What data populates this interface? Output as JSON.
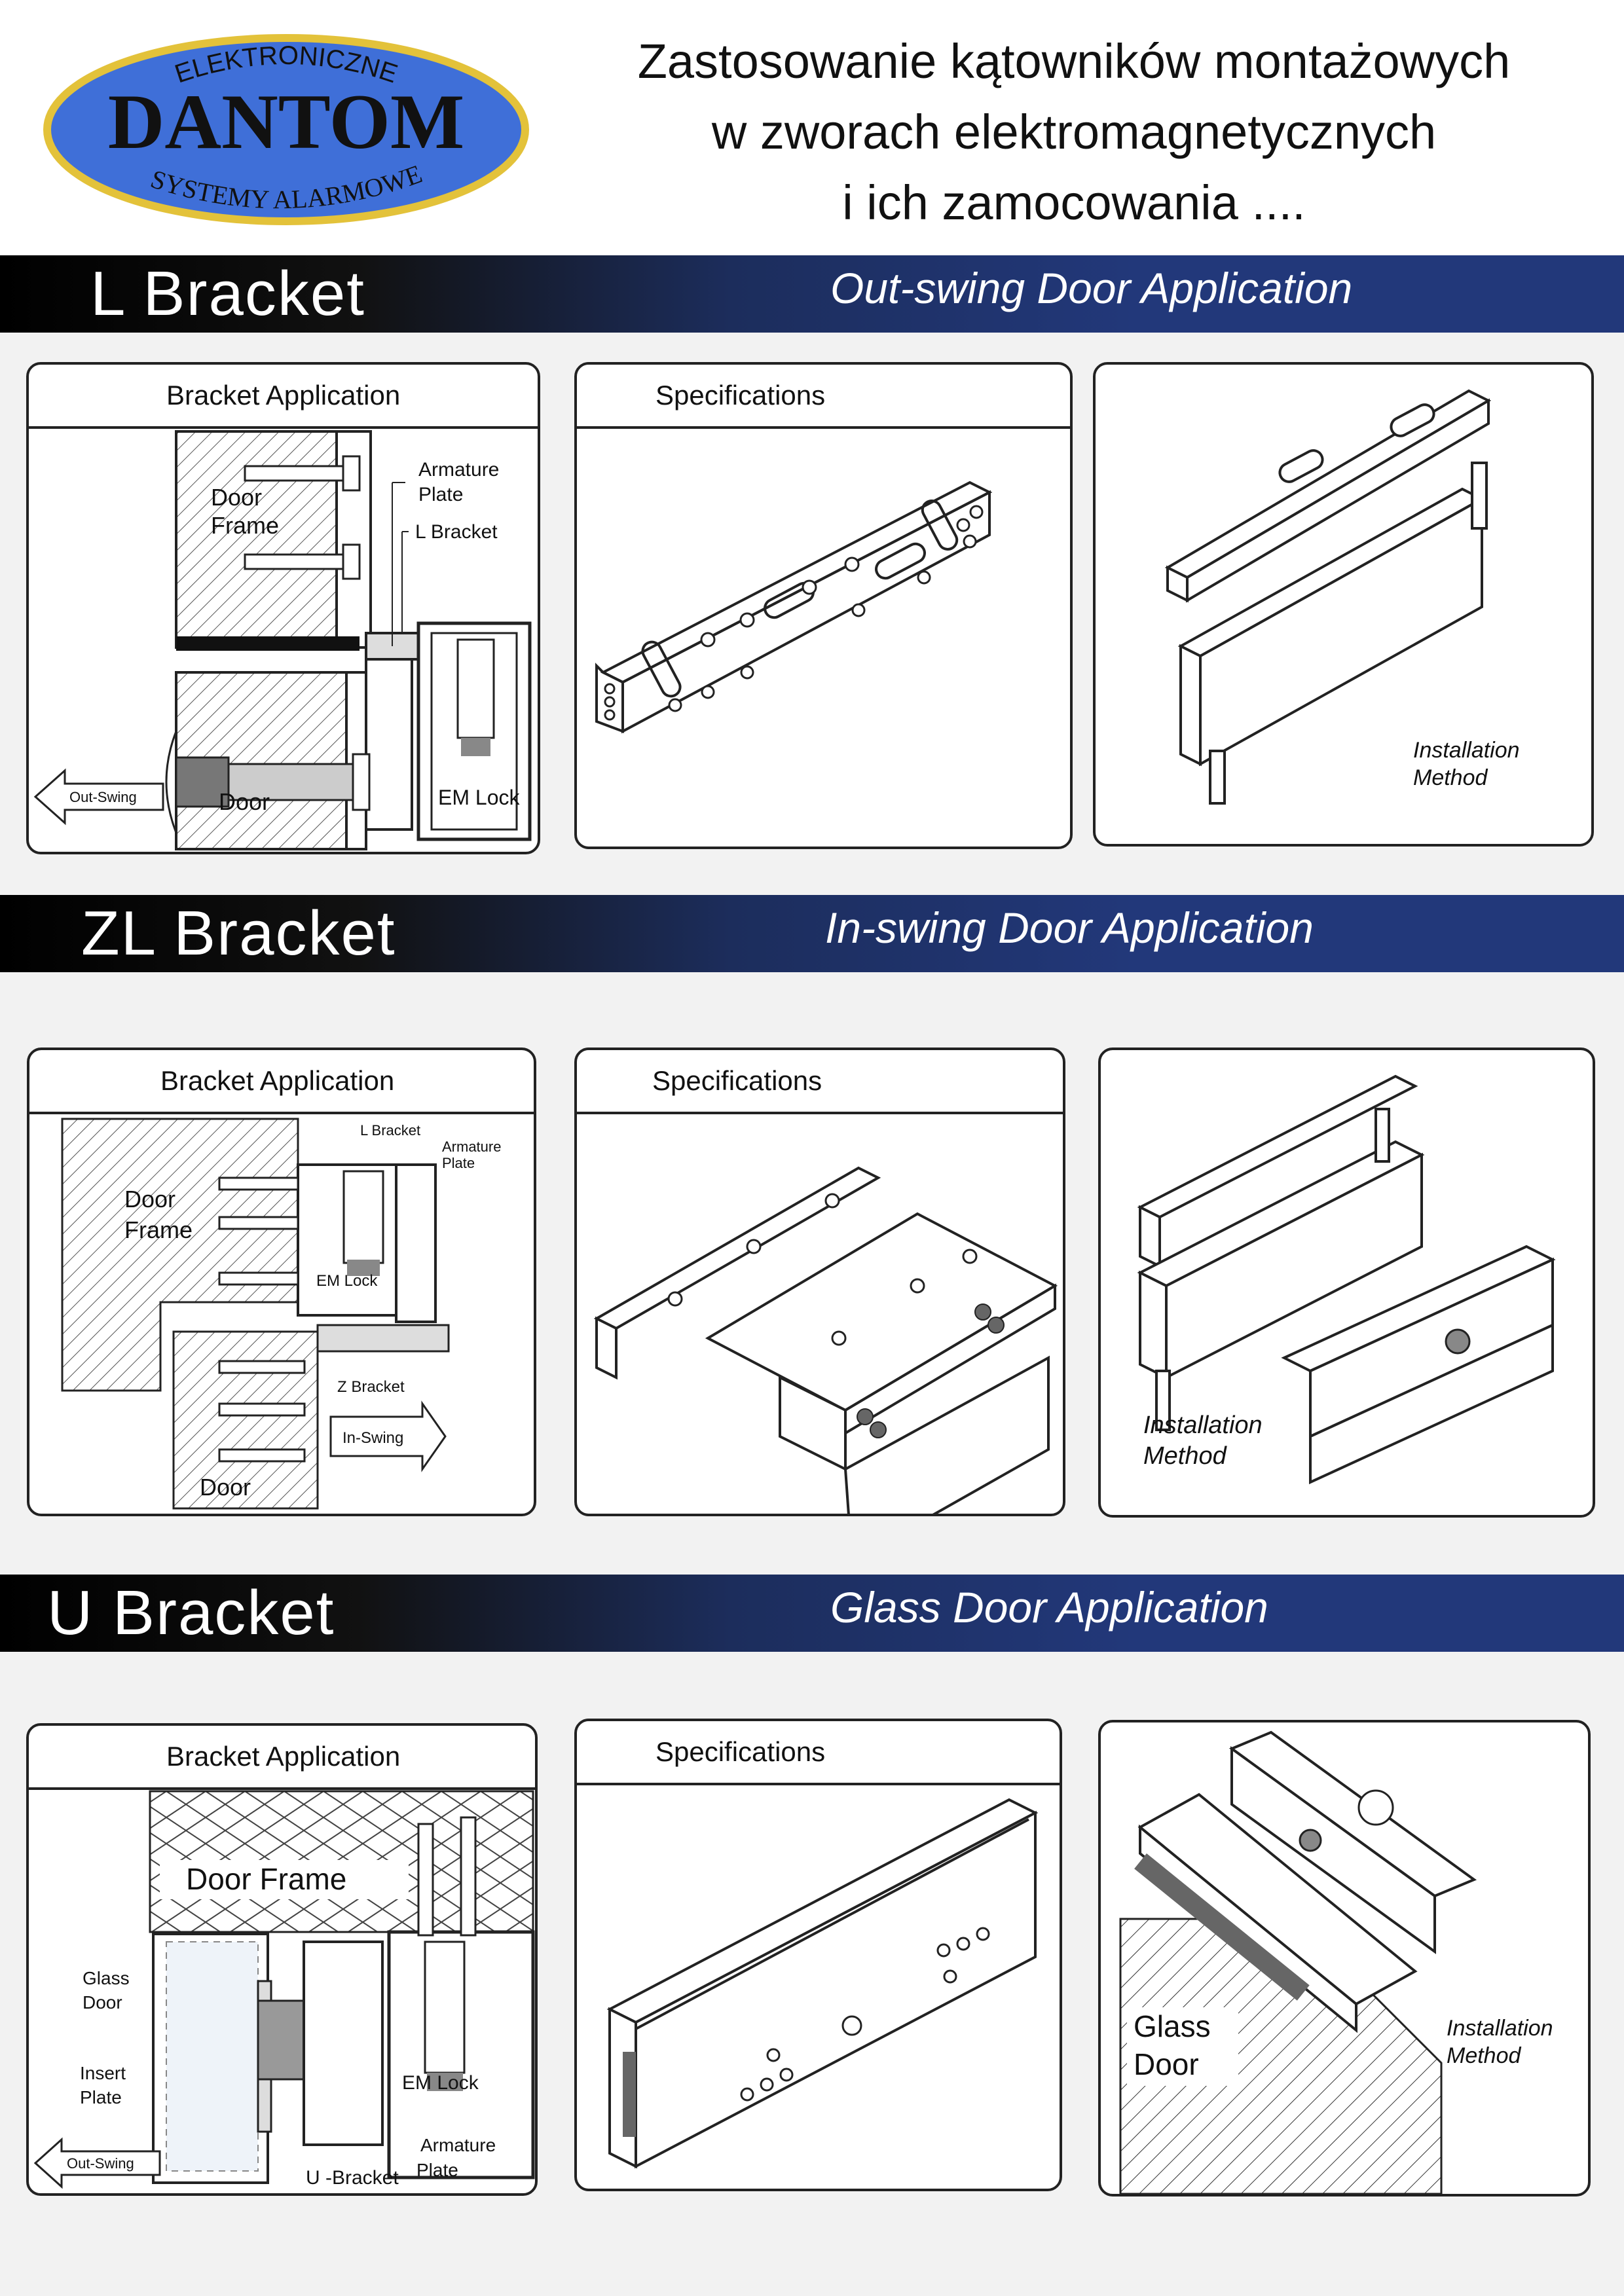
{
  "logo": {
    "top_text": "ELEKTRONICZNE",
    "name": "DANTOM",
    "bottom_text": "SYSTEMY ALARMOWE"
  },
  "title_lines": [
    "Zastosowanie kątowników montażowych",
    "w zworach elektromagnetycznych",
    "i ich zamocowania ...."
  ],
  "sections": [
    {
      "title": "L Bracket",
      "subtitle": "Out-swing Door Application",
      "application": {
        "header": "Bracket Application",
        "door_frame": [
          "Door",
          "Frame"
        ],
        "armature_plate": [
          "Armature",
          "Plate"
        ],
        "bracket": "L   Bracket",
        "swing": "Out-Swing",
        "door": "Door",
        "em_lock": "EM Lock"
      },
      "specifications": "Specifications",
      "installation": [
        "Installation",
        "Method"
      ]
    },
    {
      "title": "ZL Bracket",
      "subtitle": "In-swing Door Application",
      "application": {
        "header": "Bracket Application",
        "l_bracket": "L Bracket",
        "armature_plate": [
          "Armature",
          "Plate"
        ],
        "door_frame": [
          "Door",
          "Frame"
        ],
        "em_lock": "EM Lock",
        "z_bracket": "Z Bracket",
        "swing": "In-Swing",
        "door": "Door"
      },
      "specifications": "Specifications",
      "installation": [
        "Installation",
        "Method"
      ]
    },
    {
      "title": "U Bracket",
      "subtitle": "Glass Door Application",
      "application": {
        "header": "Bracket Application",
        "door_frame": "Door Frame",
        "glass_door": [
          "Glass",
          "Door"
        ],
        "insert_plate": [
          "Insert",
          "Plate"
        ],
        "em_lock": "EM Lock",
        "swing": "Out-Swing",
        "u_bracket": "U -Bracket",
        "armature_plate": [
          "Armature",
          "Plate"
        ]
      },
      "specifications": "Specifications",
      "installation_glass": [
        "Glass",
        "Door"
      ],
      "installation": [
        "Installation",
        "Method"
      ]
    }
  ]
}
